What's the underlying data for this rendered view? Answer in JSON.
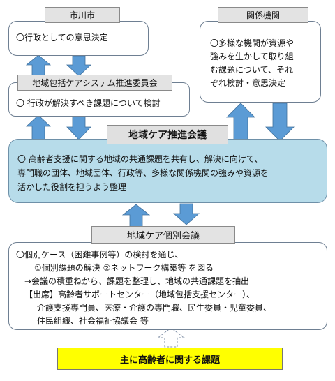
{
  "ichikawa": {
    "label": "市川市",
    "text": "〇行政としての意思決定"
  },
  "kankei": {
    "label": "関係機関",
    "lines": [
      "〇多様な機関が資源や",
      "強みを生かして取り組",
      "む課題について、それ",
      "ぞれ検討・意思決定"
    ]
  },
  "iinkai": {
    "label": "地域包括ケアシステム推進委員会",
    "text": "〇  行政が解決すべき課題について検討"
  },
  "suishin": {
    "title": "地域ケア推進会議",
    "lines": [
      "〇    高齢者支援に関する地域の共通課題を共有し、解決に向けて、",
      "専門職の団体、地域団体、行政等、多様な関係機関の強みや資源を",
      "活かした役割を担うよう整理"
    ]
  },
  "kobetsu": {
    "label": "地域ケア個別会議",
    "lines": [
      "〇個別ケース（困難事例等）の検討を通じ、",
      "①個別課題の解決   ②ネットワーク構築等   を図る",
      "→会議の積重ねから、課題を整理し、地域の共通課題を抽出",
      "【出席】高齢者サポートセンター（地域包括支援センター）、",
      "介護支援専門員、医療・介護の専門職、民生委員・児童委員、",
      "住民組織、社会福祉協議会   等"
    ]
  },
  "bottom": {
    "text": "主に高齢者に関する課題"
  },
  "colors": {
    "arrow": "#5b9bd5",
    "central_bg": "#b7dcea",
    "bottom_bg": "#ffff00"
  }
}
